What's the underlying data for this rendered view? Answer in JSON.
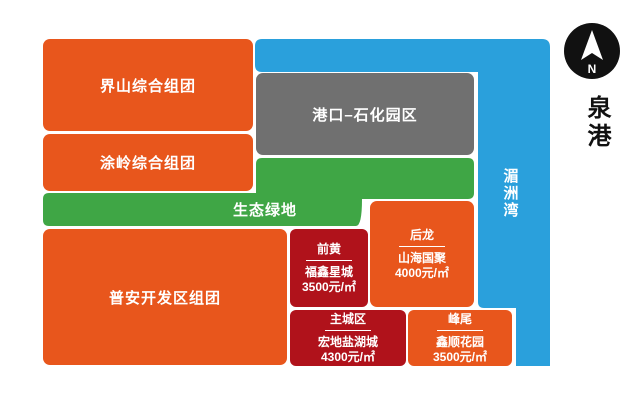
{
  "zones": {
    "jieshan": "界山综合组团",
    "tuling": "涂岭综合组团",
    "gangkou": "港口–石化园区",
    "shengtai": "生态绿地",
    "puan": "普安开发区组团",
    "meizhou_bay": "湄洲湾"
  },
  "projects": {
    "qianhuang": {
      "area": "前黄",
      "name": "福鑫星城",
      "price": "3500元/㎡"
    },
    "houlong": {
      "area": "后龙",
      "name": "山海国聚",
      "price": "4000元/㎡"
    },
    "zhucheng": {
      "area": "主城区",
      "name": "宏地盐湖城",
      "price": "4300元/㎡"
    },
    "fengwei": {
      "area": "峰尾",
      "name": "鑫顺花园",
      "price": "3500元/㎡"
    }
  },
  "compass": {
    "letter": "N"
  },
  "city": "泉港",
  "colors": {
    "orange": "#E8561C",
    "gray": "#707070",
    "green": "#3FA645",
    "red": "#B0121B",
    "blue": "#2AA0DC"
  }
}
